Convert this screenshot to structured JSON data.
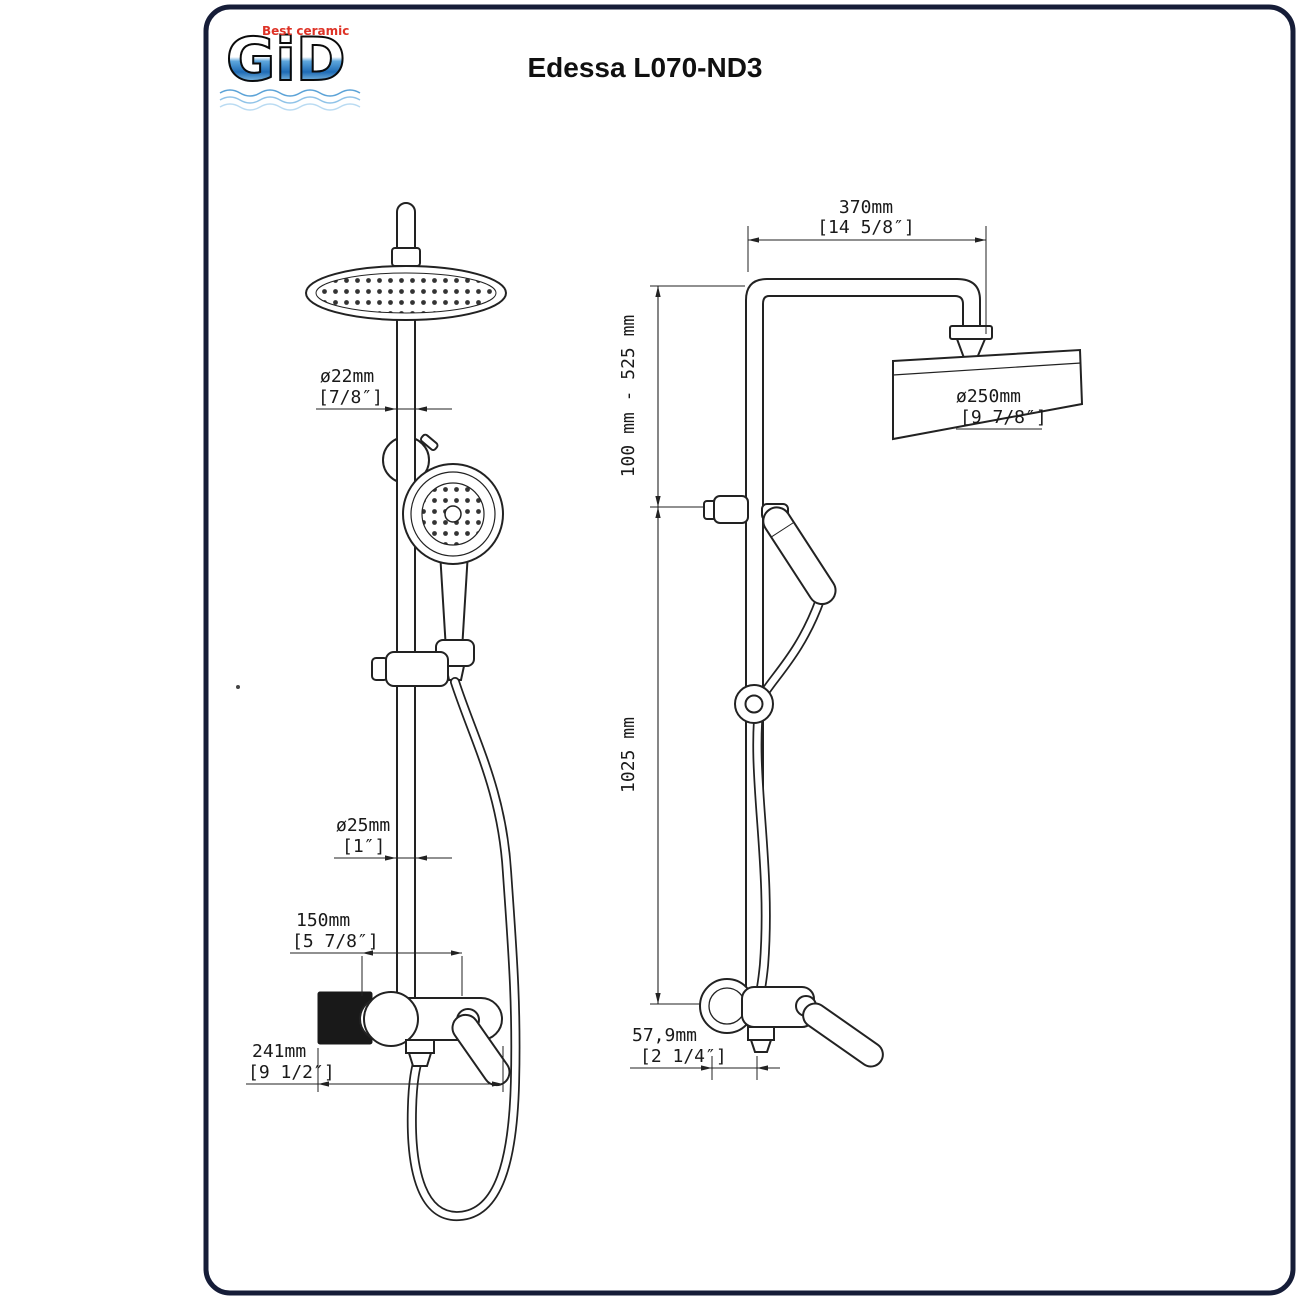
{
  "logo": {
    "text": "GiD",
    "tagline": "Best ceramic"
  },
  "title": "Edessa L070-ND3",
  "dimensions": {
    "front": {
      "top_pipe_diameter_mm": "ø22mm",
      "top_pipe_diameter_in": "[7/8″]",
      "column_diameter_mm": "ø25mm",
      "column_diameter_in": "[1″]",
      "inlet_spacing_mm": "150mm",
      "inlet_spacing_in": "[5 7/8″]",
      "mixer_width_mm": "241mm",
      "mixer_width_in": "[9 1/2″]"
    },
    "side": {
      "arm_length_mm": "370mm",
      "arm_length_in": "[14 5/8″]",
      "head_diameter_mm": "ø250mm",
      "head_diameter_in": "[9 7/8″]",
      "adjustable_range": "100 mm - 525 mm",
      "column_height": "1025 mm",
      "wall_offset_mm": "57,9mm",
      "wall_offset_in": "[2 1/4″]"
    }
  }
}
